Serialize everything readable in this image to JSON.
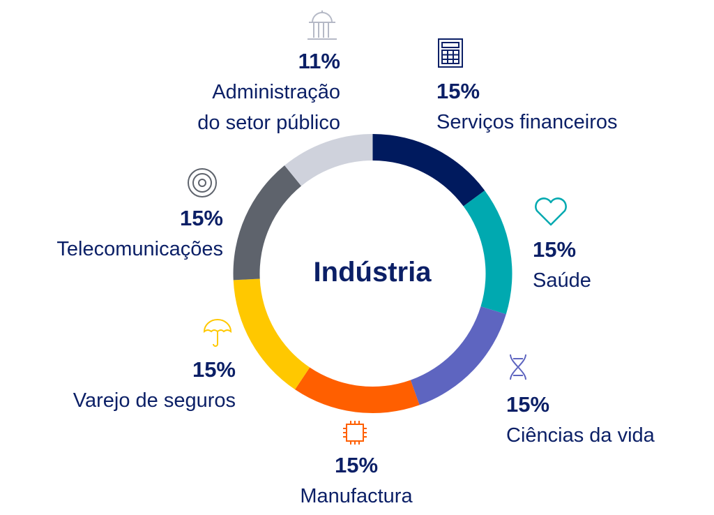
{
  "chart_data": {
    "type": "pie",
    "title": "Indústria",
    "donut": true,
    "start": "top",
    "direction": "clockwise",
    "slices": [
      {
        "label": "Serviços financeiros",
        "value": 15,
        "display": "15%",
        "color": "#001a5e",
        "icon": "calculator-icon"
      },
      {
        "label": "Saúde",
        "value": 15,
        "display": "15%",
        "color": "#00a9b0",
        "icon": "heart-icon"
      },
      {
        "label": "Ciências da vida",
        "value": 15,
        "display": "15%",
        "color": "#5e65c0",
        "icon": "dna-icon"
      },
      {
        "label": "Manufactura",
        "value": 15,
        "display": "15%",
        "color": "#ff5f00",
        "icon": "chip-icon"
      },
      {
        "label": "Varejo de seguros",
        "value": 15,
        "display": "15%",
        "color": "#ffc800",
        "icon": "umbrella-icon"
      },
      {
        "label": "Telecomunicações",
        "value": 15,
        "display": "15%",
        "color": "#5e636c",
        "icon": "signal-icon"
      },
      {
        "label": "Administração do setor público",
        "label_lines": [
          "Administração",
          "do setor público"
        ],
        "value": 11,
        "display": "11%",
        "color": "#cfd2dc",
        "icon": "government-building-icon"
      }
    ]
  }
}
